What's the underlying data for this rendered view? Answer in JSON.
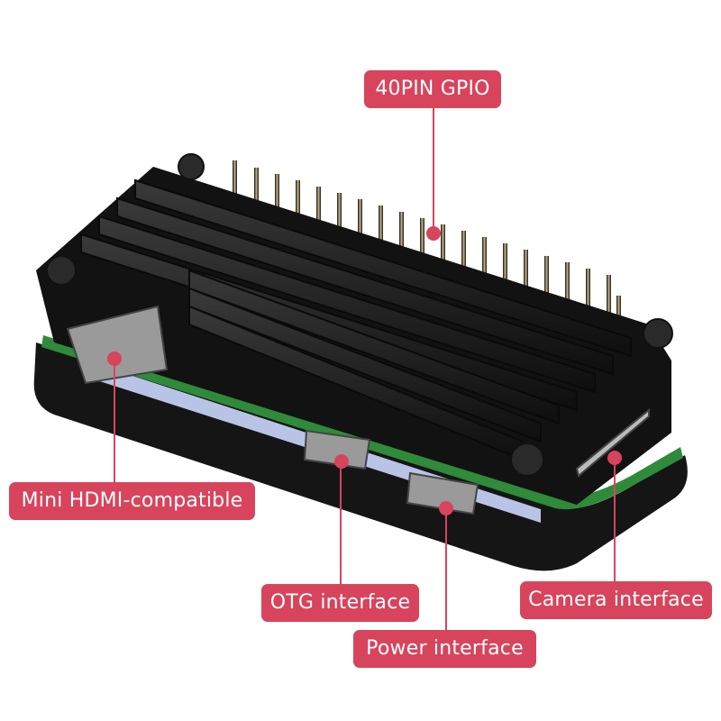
{
  "image": {
    "subject": "Raspberry Pi Zero in black aluminum heatsink case",
    "accent_color": "#d7445c"
  },
  "callouts": [
    {
      "id": "gpio",
      "label": "40PIN GPIO"
    },
    {
      "id": "hdmi",
      "label": "Mini HDMI-compatible"
    },
    {
      "id": "otg",
      "label": "OTG interface"
    },
    {
      "id": "power",
      "label": "Power interface"
    },
    {
      "id": "camera",
      "label": "Camera interface"
    }
  ]
}
